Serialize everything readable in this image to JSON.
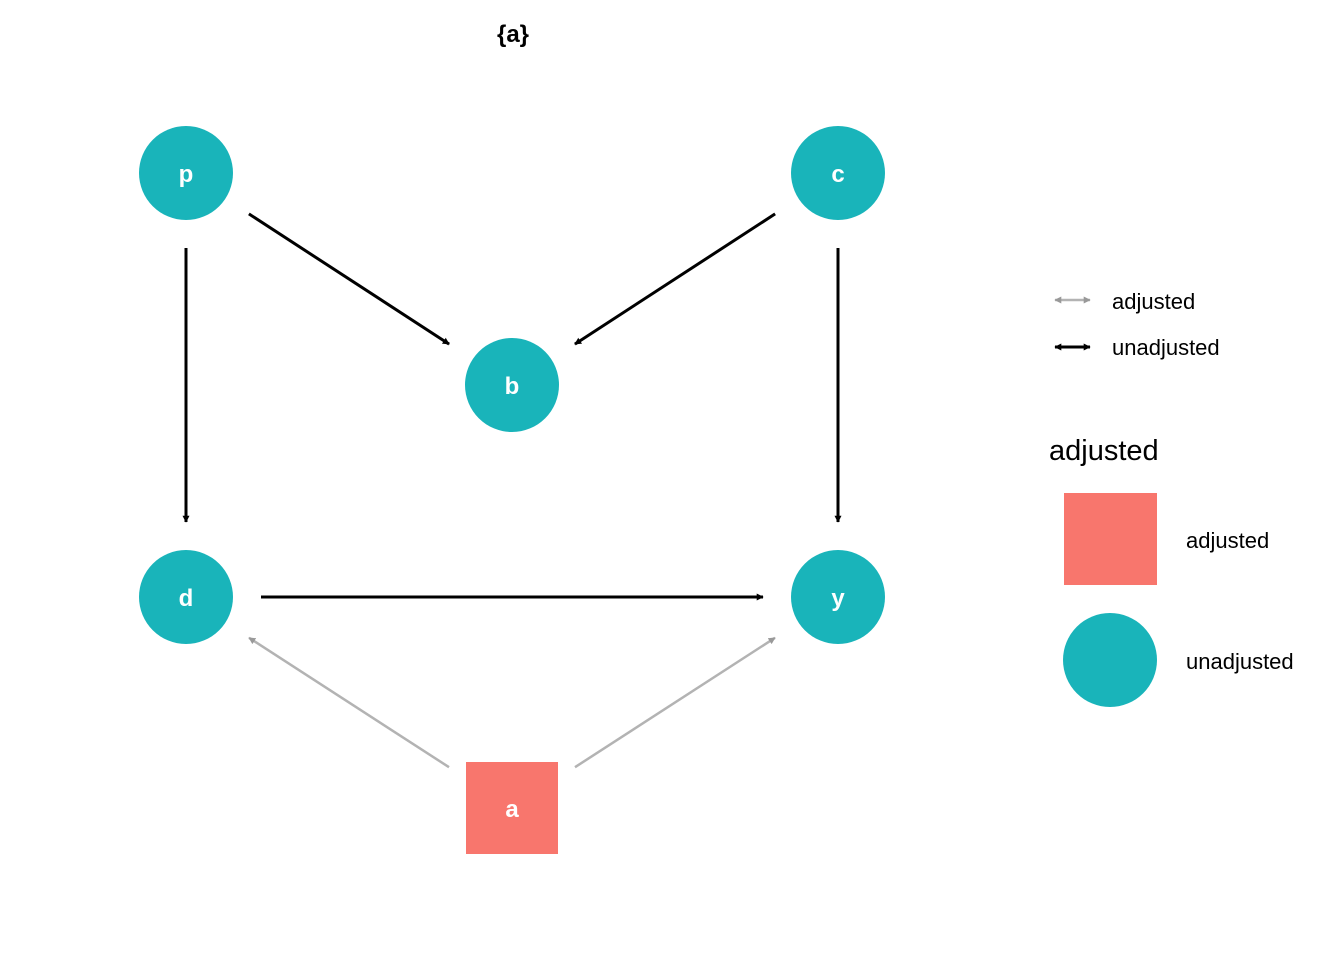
{
  "title": "{a}",
  "colors": {
    "adjusted_fill": "#F8766D",
    "unadjusted_fill": "#19B4BA",
    "adjusted_edge": "#b3b3b3",
    "unadjusted_edge": "#000000",
    "node_text": "#ffffff"
  },
  "nodes": [
    {
      "id": "p",
      "label": "p",
      "status": "unadjusted"
    },
    {
      "id": "c",
      "label": "c",
      "status": "unadjusted"
    },
    {
      "id": "b",
      "label": "b",
      "status": "unadjusted"
    },
    {
      "id": "d",
      "label": "d",
      "status": "unadjusted"
    },
    {
      "id": "y",
      "label": "y",
      "status": "unadjusted"
    },
    {
      "id": "a",
      "label": "a",
      "status": "adjusted"
    }
  ],
  "edges": [
    {
      "from": "p",
      "to": "b",
      "status": "unadjusted"
    },
    {
      "from": "c",
      "to": "b",
      "status": "unadjusted"
    },
    {
      "from": "p",
      "to": "d",
      "status": "unadjusted"
    },
    {
      "from": "c",
      "to": "y",
      "status": "unadjusted"
    },
    {
      "from": "d",
      "to": "y",
      "status": "unadjusted"
    },
    {
      "from": "a",
      "to": "d",
      "status": "adjusted"
    },
    {
      "from": "a",
      "to": "y",
      "status": "adjusted"
    }
  ],
  "legend": {
    "edge_items": [
      {
        "label": "adjusted",
        "status": "adjusted"
      },
      {
        "label": "unadjusted",
        "status": "unadjusted"
      }
    ],
    "node_title": "adjusted",
    "node_items": [
      {
        "label": "adjusted",
        "shape": "square",
        "status": "adjusted"
      },
      {
        "label": "unadjusted",
        "shape": "circle",
        "status": "unadjusted"
      }
    ]
  }
}
